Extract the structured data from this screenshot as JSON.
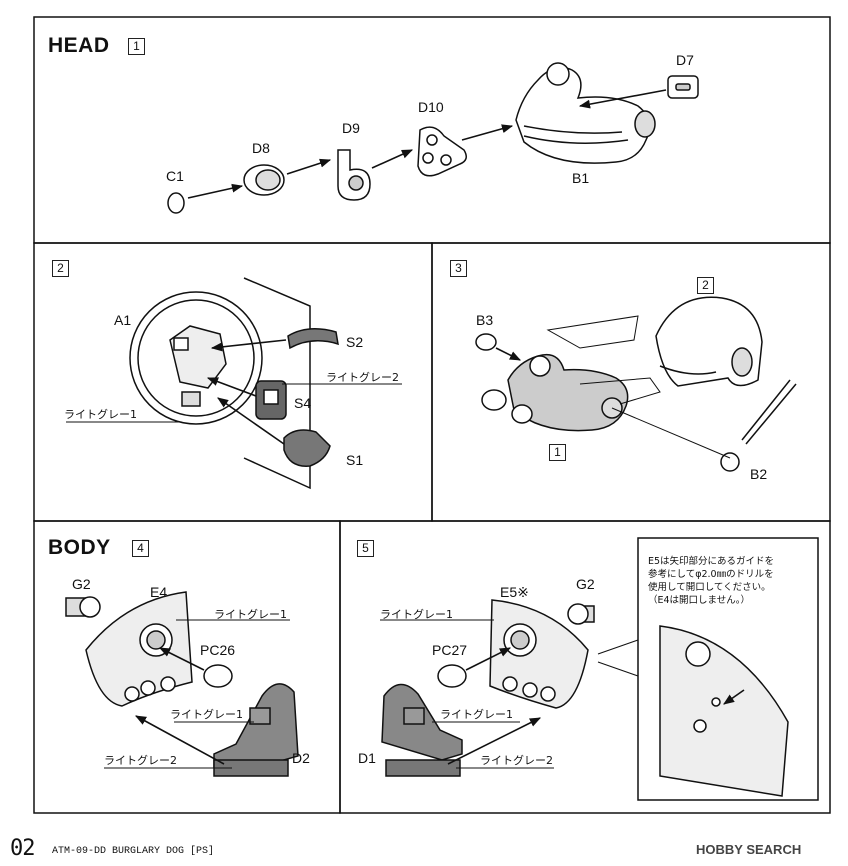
{
  "sections": {
    "head": {
      "title": "HEAD",
      "step": "1"
    },
    "step2": {
      "step": "2"
    },
    "step3": {
      "step": "3"
    },
    "body": {
      "title": "BODY",
      "step": "4"
    },
    "step5": {
      "step": "5"
    }
  },
  "head_parts": {
    "c1": "C1",
    "d8": "D8",
    "d9": "D9",
    "d10": "D10",
    "d7": "D7",
    "b1": "B1"
  },
  "step2_parts": {
    "a1": "A1",
    "s2": "S2",
    "s4": "S4",
    "s1": "S1",
    "color_a": "ライトグレー2",
    "color_b": "ライトグレー1"
  },
  "step3_parts": {
    "b3": "B3",
    "ref_top": "2",
    "ref_bottom": "1",
    "b2": "B2"
  },
  "step4_parts": {
    "g2": "G2",
    "e4": "E4",
    "pc26": "PC26",
    "d2": "D2",
    "color_e4": "ライトグレー1",
    "color_d2a": "ライトグレー1",
    "color_d2b": "ライトグレー2"
  },
  "step5_parts": {
    "e5": "E5※",
    "g2": "G2",
    "pc27": "PC27",
    "d1": "D1",
    "color_e5": "ライトグレー1",
    "color_d1a": "ライトグレー1",
    "color_d1b": "ライトグレー2"
  },
  "note": {
    "lines": [
      "E5は矢印部分にあるガイドを",
      "参考にしてφ2.0㎜のドリルを",
      "使用して開口してください。",
      "（E4は開口しません。）"
    ]
  },
  "footer": {
    "page": "02",
    "title": "ATM-09-DD BURGLARY DOG [PS]",
    "brand": "HOBBY SEARCH"
  }
}
